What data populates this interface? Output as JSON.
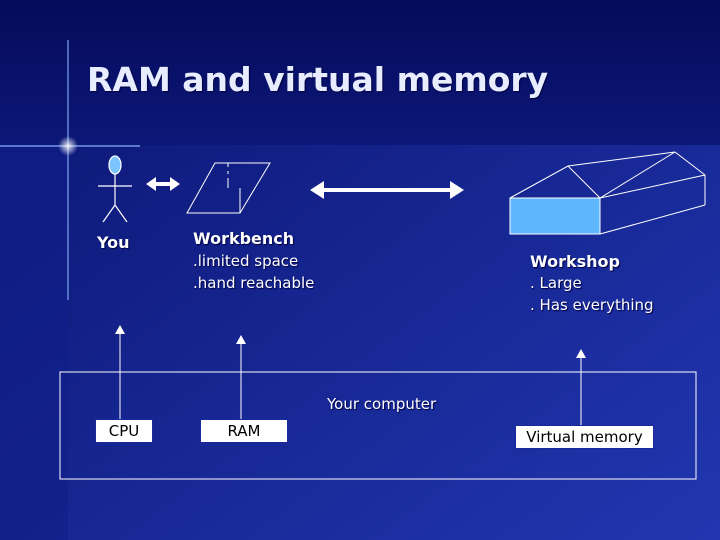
{
  "slide": {
    "title": "RAM and virtual memory",
    "you": {
      "label": "You"
    },
    "workbench": {
      "title": "Workbench",
      "lines": [
        ".limited space",
        ".hand reachable"
      ]
    },
    "workshop": {
      "title": "Workshop",
      "lines": [
        ". Large",
        ". Has everything"
      ]
    },
    "computer": {
      "label": "Your computer",
      "components": [
        "CPU",
        "RAM",
        "Virtual memory"
      ]
    }
  },
  "colors": {
    "background": "#1a2a9a",
    "accent_light": "#5eb6ff",
    "text": "#ffffff",
    "box_fill": "#ffffff"
  }
}
